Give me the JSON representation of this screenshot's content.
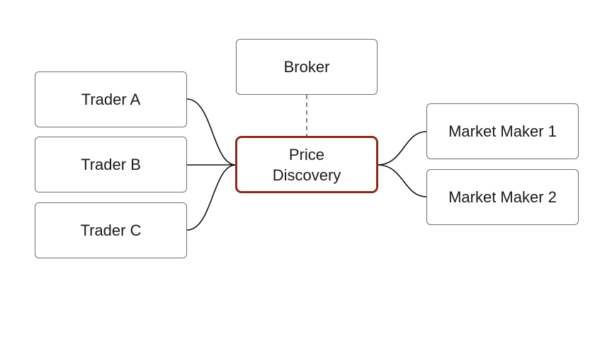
{
  "diagram": {
    "center": {
      "label": "Price\nDiscovery",
      "border_color": "#8b2a1b"
    },
    "top": {
      "label": "Broker",
      "connector": "dashed"
    },
    "left": [
      {
        "label": "Trader A"
      },
      {
        "label": "Trader B"
      },
      {
        "label": "Trader C"
      }
    ],
    "right": [
      {
        "label": "Market Maker 1"
      },
      {
        "label": "Market Maker 2"
      }
    ],
    "colors": {
      "node_border": "#6f6f6f",
      "center_border": "#8b2a1b",
      "connector": "#111111",
      "dashed_connector": "#777777",
      "text": "#1a1a1a"
    }
  }
}
